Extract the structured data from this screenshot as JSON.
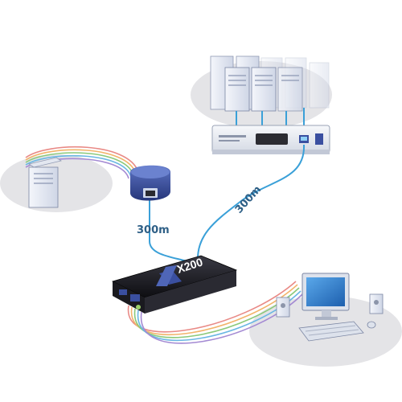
{
  "diagram": {
    "labels": {
      "cable_a": "300m",
      "cable_b": "300m",
      "device_logo": "X200"
    },
    "colors": {
      "cable_blue": "#3aa0d8",
      "device_blue": "#3a4fa0",
      "device_dark": "#1c1c22",
      "label_text": "#2e5f86",
      "halo": "#e6e6e8"
    }
  }
}
